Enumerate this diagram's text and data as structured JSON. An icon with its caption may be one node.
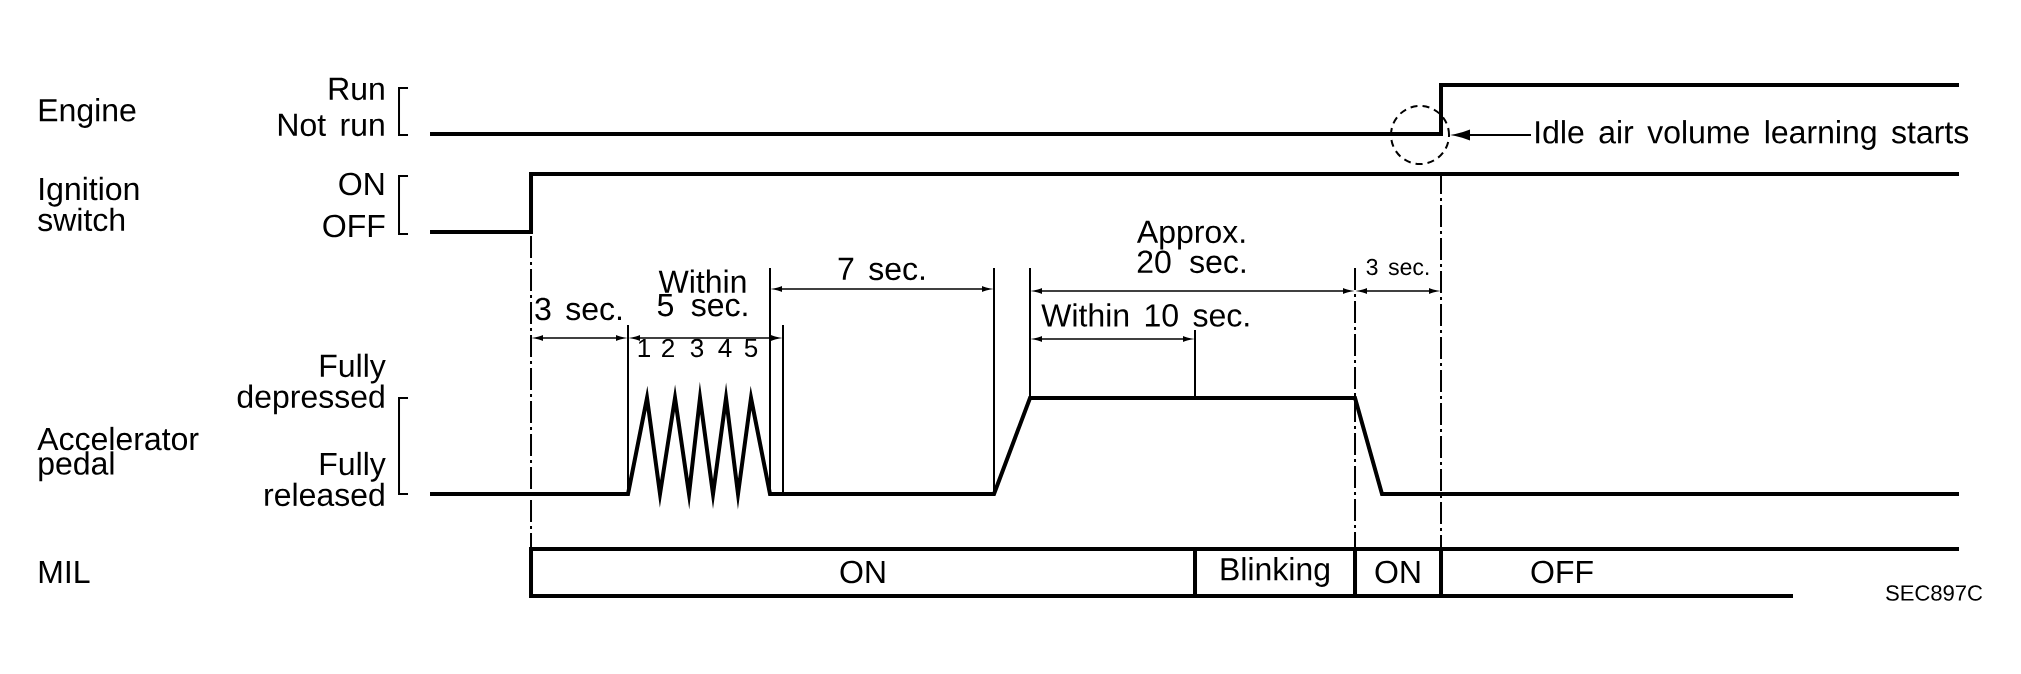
{
  "diagram": {
    "nodes": [
      {
        "text": [
          "Idle air volume learning starts"
        ]
      },
      {
        "text": [],
        "shape": "circle"
      },
      {
        "text": [
          "ON"
        ]
      },
      {
        "text": [
          "Blinking"
        ]
      },
      {
        "text": [
          "ON"
        ]
      },
      {
        "text": [
          "OFF"
        ]
      }
    ],
    "edges": [
      {
        "from": 0,
        "to": 1,
        "arrow": "to"
      }
    ],
    "labels": [
      "Engine",
      "Run",
      "Not run",
      "Ignition switch",
      "ON",
      "OFF",
      "Approx. 20 sec.",
      "Within 5 sec.",
      "7 sec.",
      "3 sec.",
      "3 sec.",
      "Within 10 sec.",
      "1",
      "2",
      "3",
      "4",
      "5",
      "Fully depressed",
      "Accelerator pedal",
      "Fully released",
      "MIL",
      "SEC897C"
    ]
  }
}
